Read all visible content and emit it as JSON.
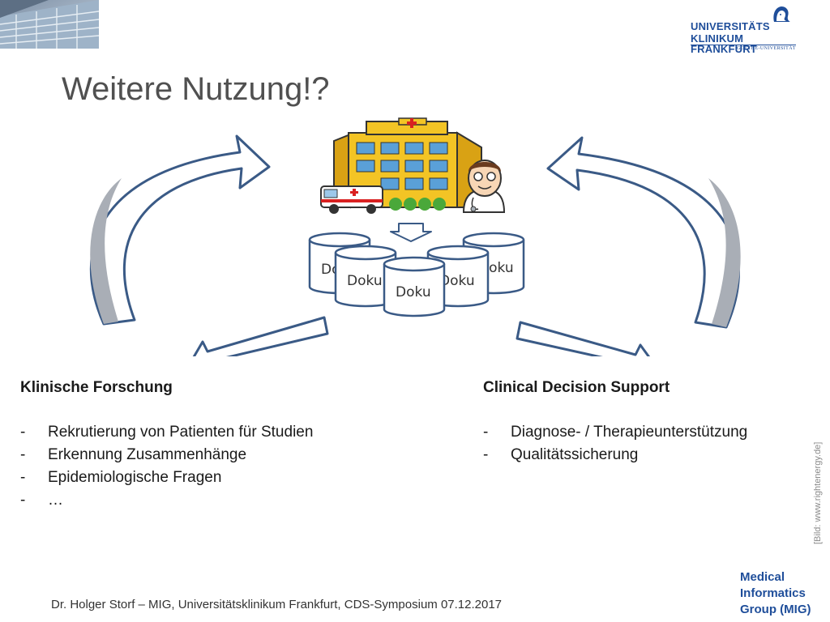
{
  "slide": {
    "title": "Weitere Nutzung!?",
    "logo": {
      "line1": "UNIVERSITÄTS",
      "line2": "KLINIKUM FRANKFURT",
      "line3": "GOETHE-UNIVERSITÄT"
    },
    "diagram": {
      "db_label": "Doku"
    },
    "left": {
      "heading": "Klinische Forschung",
      "items": [
        "Rekrutierung von Patienten für Studien",
        "Erkennung Zusammenhänge",
        "Epidemiologische Fragen",
        "…"
      ]
    },
    "right": {
      "heading": "Clinical Decision Support",
      "items": [
        "Diagnose- / Therapieunterstützung",
        "Qualitätssicherung"
      ]
    },
    "bullet_marker": "-",
    "credit": "[Bild: www.rightenergy.de]",
    "footer": "Dr. Holger Storf – MIG, Universitätsklinikum Frankfurt, CDS-Symposium 07.12.2017",
    "group": {
      "line1": "Medical",
      "line2": "Informatics",
      "line3": "Group (MIG)"
    },
    "colors": {
      "brand_blue": "#1f4e9a",
      "arrow_stroke": "#3a5a86",
      "arrow_fill_dark": "#a9aeb6",
      "building": "#f3c425"
    }
  }
}
